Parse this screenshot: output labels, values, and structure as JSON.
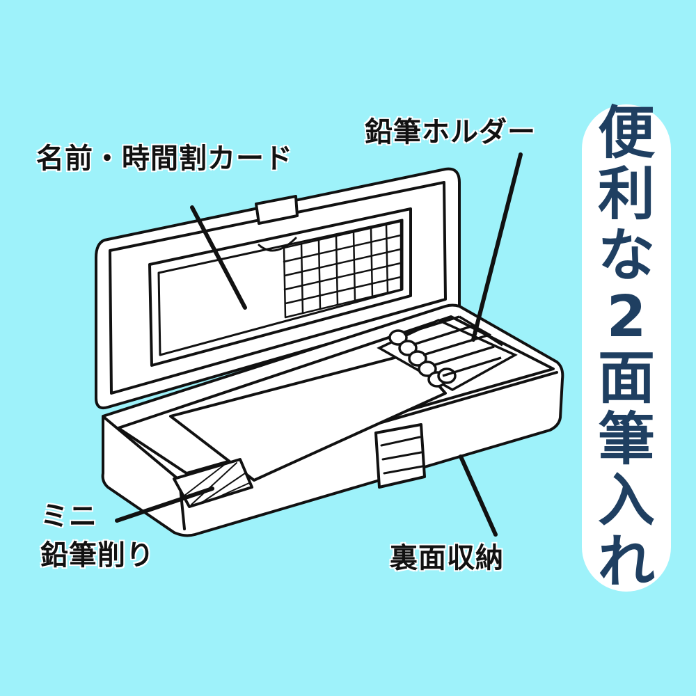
{
  "labels": {
    "name_card": "名前・時間割カード",
    "pencil_holder": "鉛筆ホルダー",
    "mini": "ミニ",
    "sharpener": "鉛筆削り",
    "back_storage": "裏面収納"
  },
  "badge": {
    "text": "便利な2面筆入れ",
    "chars": [
      "便",
      "利",
      "な",
      "2",
      "面",
      "筆",
      "入",
      "れ"
    ]
  },
  "colors": {
    "background": "#9ef2fa",
    "badge_background": "#ffffff",
    "badge_text": "#1f3f61",
    "label_text": "#111111"
  }
}
